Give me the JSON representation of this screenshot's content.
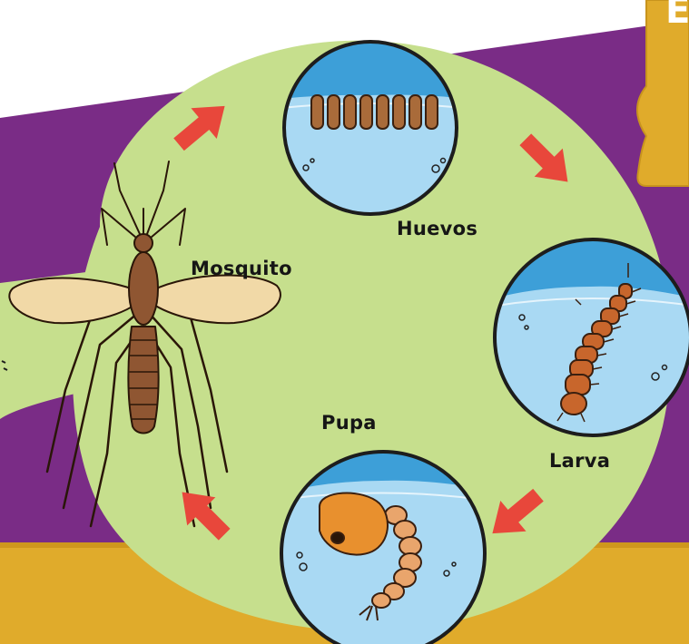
{
  "diagram": {
    "stages": [
      {
        "id": "eggs",
        "label": "Huevos"
      },
      {
        "id": "larva",
        "label": "Larva"
      },
      {
        "id": "pupa",
        "label": "Pupa"
      },
      {
        "id": "adult",
        "label": "Mosquito"
      }
    ],
    "corner_letter": "E",
    "colors": {
      "purple_band": "#7a2c86",
      "gold_band": "#e0ab2b",
      "cycle_background": "#c6df8d",
      "water": "#a9d9f3",
      "water_dark": "#3d9fd8",
      "arrow": "#e8473b",
      "larva": "#c8662c",
      "pupa": "#e8902e",
      "mosquito_body": "#8f5632",
      "mosquito_wing": "#f1d9a7"
    }
  }
}
